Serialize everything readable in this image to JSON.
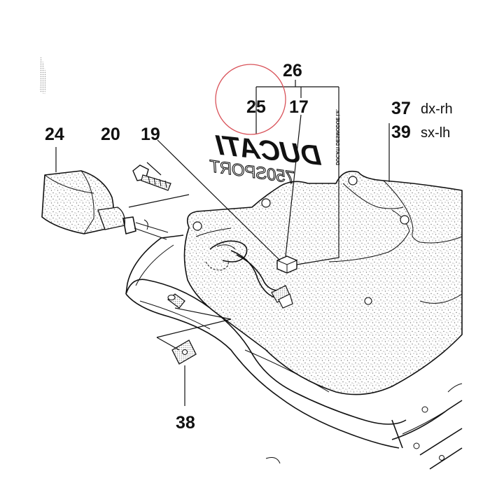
{
  "callouts": {
    "c26": "26",
    "c25": "25",
    "c17": "17",
    "c37": "37",
    "c39": "39",
    "c24": "24",
    "c20": "20",
    "c19": "19",
    "c38": "38"
  },
  "side_labels": {
    "right_hand": "dx-rh",
    "left_hand": "sx-lh"
  },
  "decal": {
    "brand": "DUCATI",
    "model": "750SPORT",
    "small_print": "DUCATI DESMODUE i.e."
  },
  "colors": {
    "ink": "#111111",
    "highlight_circle": "#d9535a",
    "stipple": "#8a8a8a",
    "paper": "#ffffff"
  }
}
